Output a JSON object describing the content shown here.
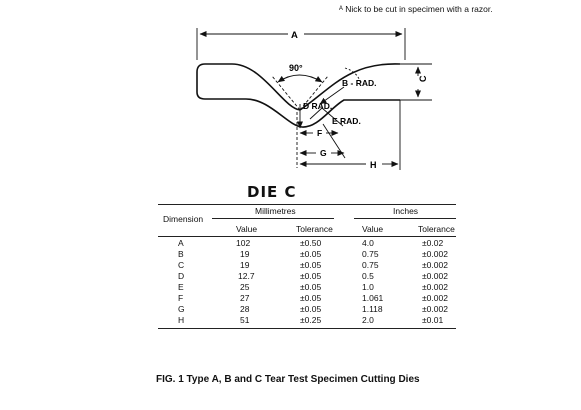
{
  "footnote": "ᴬ Nick to be cut in specimen with a razor.",
  "drawing": {
    "labels": {
      "A": "A",
      "angle": "90°",
      "b_rad": "B - RAD.",
      "c": "C",
      "d_rad": "D RAD.",
      "e_rad": "E RAD.",
      "f": "F",
      "g": "G",
      "h": "H"
    }
  },
  "die_title": "DIE C",
  "table": {
    "dimension_header": "Dimension",
    "millimetres_header": "Millimetres",
    "inches_header": "Inches",
    "value_header": "Value",
    "tolerance_header": "Tolerance",
    "rows": [
      {
        "dim": "A",
        "mm_value": "102",
        "mm_tol": "±0.50",
        "in_value": "4.0",
        "in_tol": "±0.02"
      },
      {
        "dim": "B",
        "mm_value": "19",
        "mm_tol": "±0.05",
        "in_value": "0.75",
        "in_tol": "±0.002"
      },
      {
        "dim": "C",
        "mm_value": "19",
        "mm_tol": "±0.05",
        "in_value": "0.75",
        "in_tol": "±0.002"
      },
      {
        "dim": "D",
        "mm_value": "12.7",
        "mm_tol": "±0.05",
        "in_value": "0.5",
        "in_tol": "±0.002"
      },
      {
        "dim": "E",
        "mm_value": "25",
        "mm_tol": "±0.05",
        "in_value": "1.0",
        "in_tol": "±0.002"
      },
      {
        "dim": "F",
        "mm_value": "27",
        "mm_tol": "±0.05",
        "in_value": "1.061",
        "in_tol": "±0.002"
      },
      {
        "dim": "G",
        "mm_value": "28",
        "mm_tol": "±0.05",
        "in_value": "1.118",
        "in_tol": "±0.002"
      },
      {
        "dim": "H",
        "mm_value": "51",
        "mm_tol": "±0.25",
        "in_value": "2.0",
        "in_tol": "±0.01"
      }
    ]
  },
  "caption": "FIG. 1 Type A, B and C Tear Test Specimen Cutting Dies"
}
